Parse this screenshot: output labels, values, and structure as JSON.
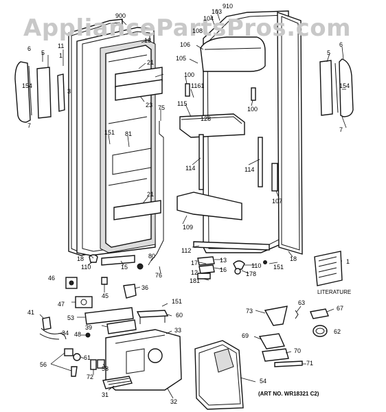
{
  "watermark": "AppliancePartsPros.com",
  "art_number": "(ART NO. WR18321 C2)",
  "literature_label": "LITERATURE",
  "callouts": [
    {
      "text": "900"
    },
    {
      "text": "910"
    },
    {
      "text": "103"
    },
    {
      "text": "104"
    },
    {
      "text": "108"
    },
    {
      "text": "18"
    },
    {
      "text": "6"
    },
    {
      "text": "5"
    },
    {
      "text": "11"
    },
    {
      "text": "1"
    },
    {
      "text": "154"
    },
    {
      "text": "3"
    },
    {
      "text": "7"
    },
    {
      "text": "21"
    },
    {
      "text": "23"
    },
    {
      "text": "75"
    },
    {
      "text": "151"
    },
    {
      "text": "81"
    },
    {
      "text": "21"
    },
    {
      "text": "106"
    },
    {
      "text": "105"
    },
    {
      "text": "100"
    },
    {
      "text": "1161"
    },
    {
      "text": "115"
    },
    {
      "text": "128"
    },
    {
      "text": "100"
    },
    {
      "text": "114"
    },
    {
      "text": "114"
    },
    {
      "text": "107"
    },
    {
      "text": "109"
    },
    {
      "text": "5"
    },
    {
      "text": "6"
    },
    {
      "text": "154"
    },
    {
      "text": "7"
    },
    {
      "text": "18"
    },
    {
      "text": "110"
    },
    {
      "text": "15"
    },
    {
      "text": "80"
    },
    {
      "text": "76"
    },
    {
      "text": "112"
    },
    {
      "text": "17"
    },
    {
      "text": "13"
    },
    {
      "text": "16"
    },
    {
      "text": "12"
    },
    {
      "text": "181"
    },
    {
      "text": "110"
    },
    {
      "text": "178"
    },
    {
      "text": "151"
    },
    {
      "text": "18"
    },
    {
      "text": "1"
    },
    {
      "text": "46"
    },
    {
      "text": "45"
    },
    {
      "text": "36"
    },
    {
      "text": "47"
    },
    {
      "text": "151"
    },
    {
      "text": "53"
    },
    {
      "text": "39"
    },
    {
      "text": "60"
    },
    {
      "text": "41"
    },
    {
      "text": "48"
    },
    {
      "text": "33"
    },
    {
      "text": "34"
    },
    {
      "text": "58"
    },
    {
      "text": "61"
    },
    {
      "text": "72"
    },
    {
      "text": "56"
    },
    {
      "text": "31"
    },
    {
      "text": "32"
    },
    {
      "text": "73"
    },
    {
      "text": "63"
    },
    {
      "text": "67"
    },
    {
      "text": "62"
    },
    {
      "text": "69"
    },
    {
      "text": "70"
    },
    {
      "text": "71"
    },
    {
      "text": "54"
    }
  ]
}
